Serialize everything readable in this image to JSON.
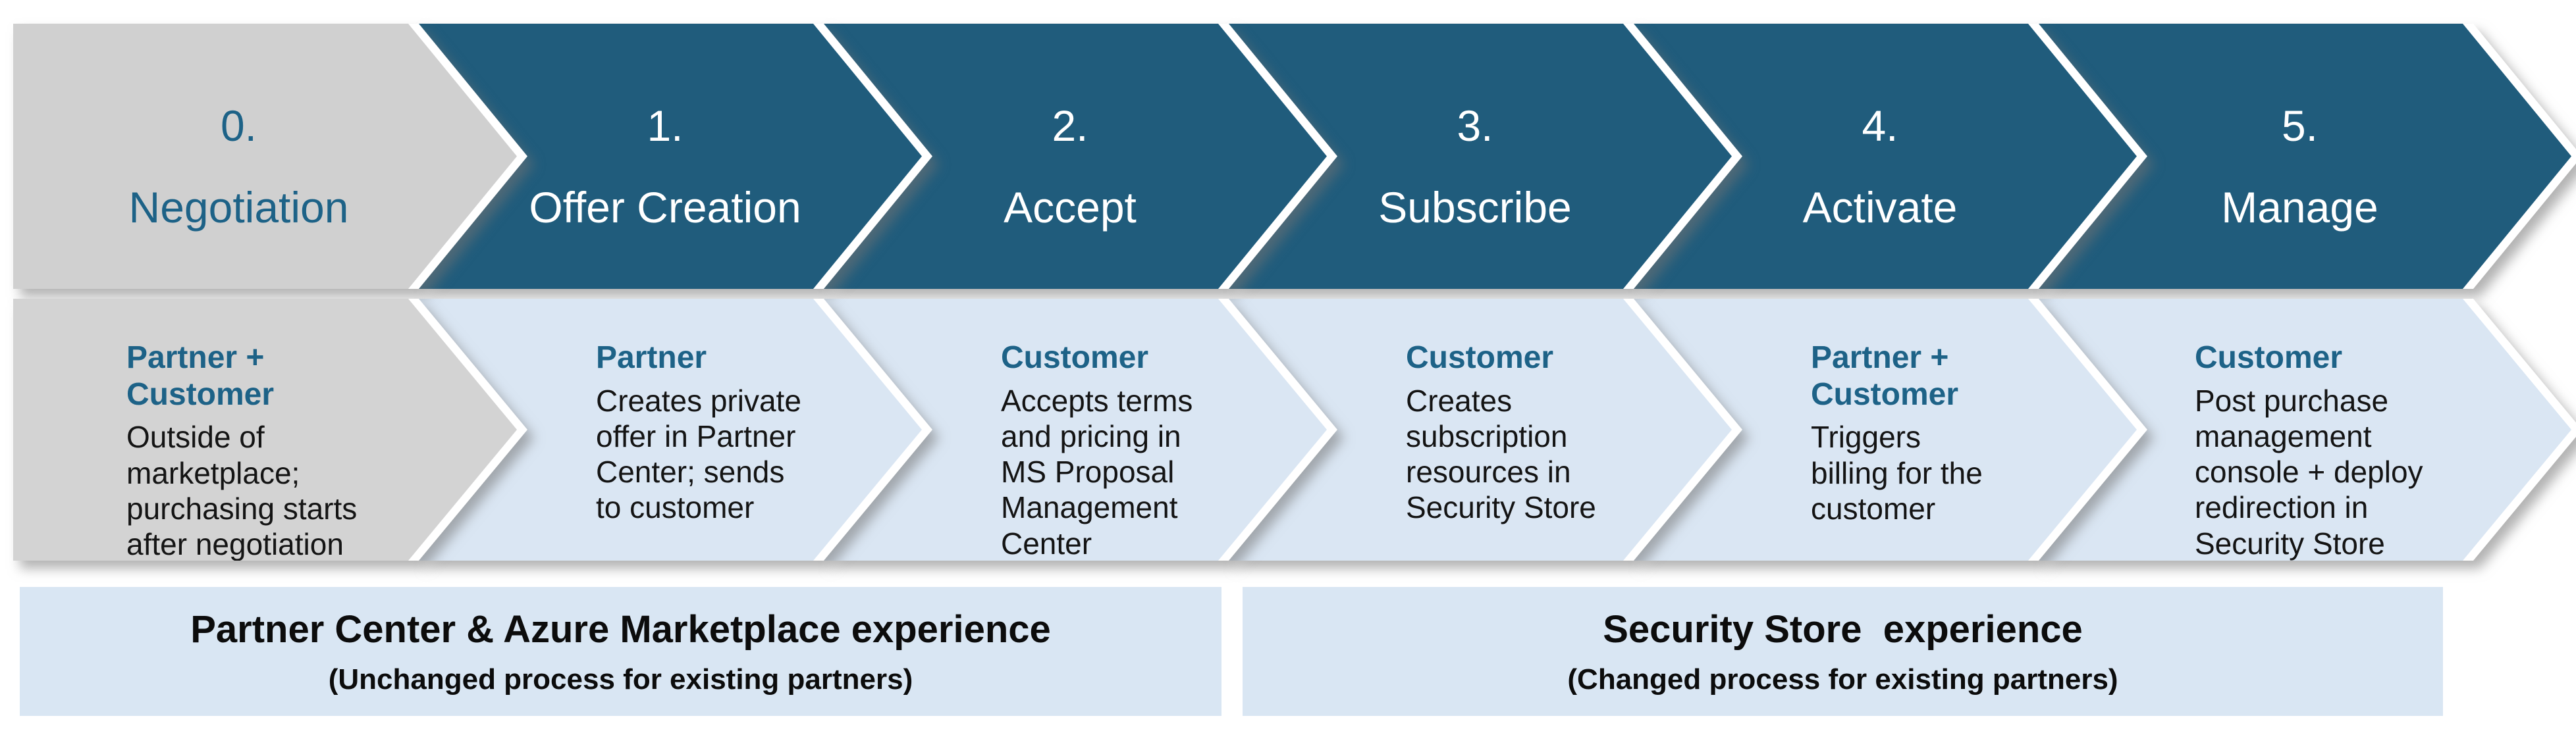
{
  "steps": [
    {
      "number": "0.",
      "title": "Negotiation",
      "actor": "Partner +\nCustomer",
      "description": "Outside of\nmarketplace;\npurchasing starts\nafter negotiation"
    },
    {
      "number": "1.",
      "title": "Offer Creation",
      "actor": "Partner",
      "description": "Creates private\noffer in Partner\nCenter; sends\nto customer"
    },
    {
      "number": "2.",
      "title": "Accept",
      "actor": "Customer",
      "description": "Accepts terms\nand pricing in\nMS Proposal\nManagement\nCenter"
    },
    {
      "number": "3.",
      "title": "Subscribe",
      "actor": "Customer",
      "description": "Creates\nsubscription\nresources in\nSecurity Store"
    },
    {
      "number": "4.",
      "title": "Activate",
      "actor": "Partner +\nCustomer",
      "description": "Triggers\nbilling for the\ncustomer"
    },
    {
      "number": "5.",
      "title": "Manage",
      "actor": "Customer",
      "description": "Post purchase\nmanagement\nconsole + deploy\nredirection in\nSecurity Store"
    }
  ],
  "bands": [
    {
      "title": "Partner Center & Azure Marketplace experience",
      "subtitle": "(Unchanged process for existing partners)"
    },
    {
      "title": "Security Store  experience",
      "subtitle": "(Changed process for existing partners)"
    }
  ],
  "colors": {
    "teal": "#205c7c",
    "teal-text": "#1d6287",
    "gray-top": "#d0d0d0",
    "gray-desc": "#d3d3d3",
    "light-blue": "#dae6f3",
    "band-blue": "#d9e6f3",
    "body-text": "#141414",
    "white": "#ffffff"
  }
}
